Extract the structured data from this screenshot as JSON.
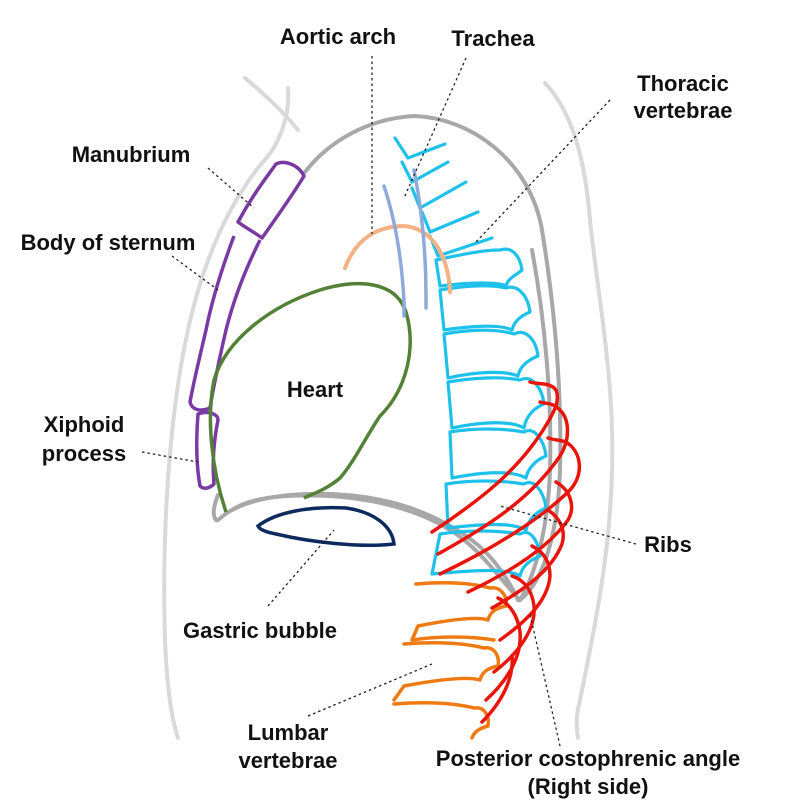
{
  "figure": {
    "labels": {
      "aortic_arch": "Aortic arch",
      "trachea": "Trachea",
      "thoracic_vertebrae_line1": "Thoracic",
      "thoracic_vertebrae_line2": "vertebrae",
      "manubrium": "Manubrium",
      "body_of_sternum": "Body of sternum",
      "heart": "Heart",
      "xiphoid_line1": "Xiphoid",
      "xiphoid_line2": "process",
      "ribs": "Ribs",
      "gastric_bubble": "Gastric bubble",
      "lumbar_line1": "Lumbar",
      "lumbar_line2": "vertebrae",
      "costophrenic_line1": "Posterior costophrenic angle",
      "costophrenic_line2": "(Right side)"
    },
    "colors": {
      "body_outline": "#d9d9d9",
      "lung_outline": "#a8a8a8",
      "thoracic_vertebrae": "#1ec1ea",
      "lumbar_vertebrae": "#f07a12",
      "ribs": "#e8150c",
      "sternum": "#7a3aa4",
      "heart": "#538135",
      "gastric_bubble": "#0d2a5e",
      "aortic_arch": "#f4b183",
      "trachea": "#8eaadb"
    }
  }
}
